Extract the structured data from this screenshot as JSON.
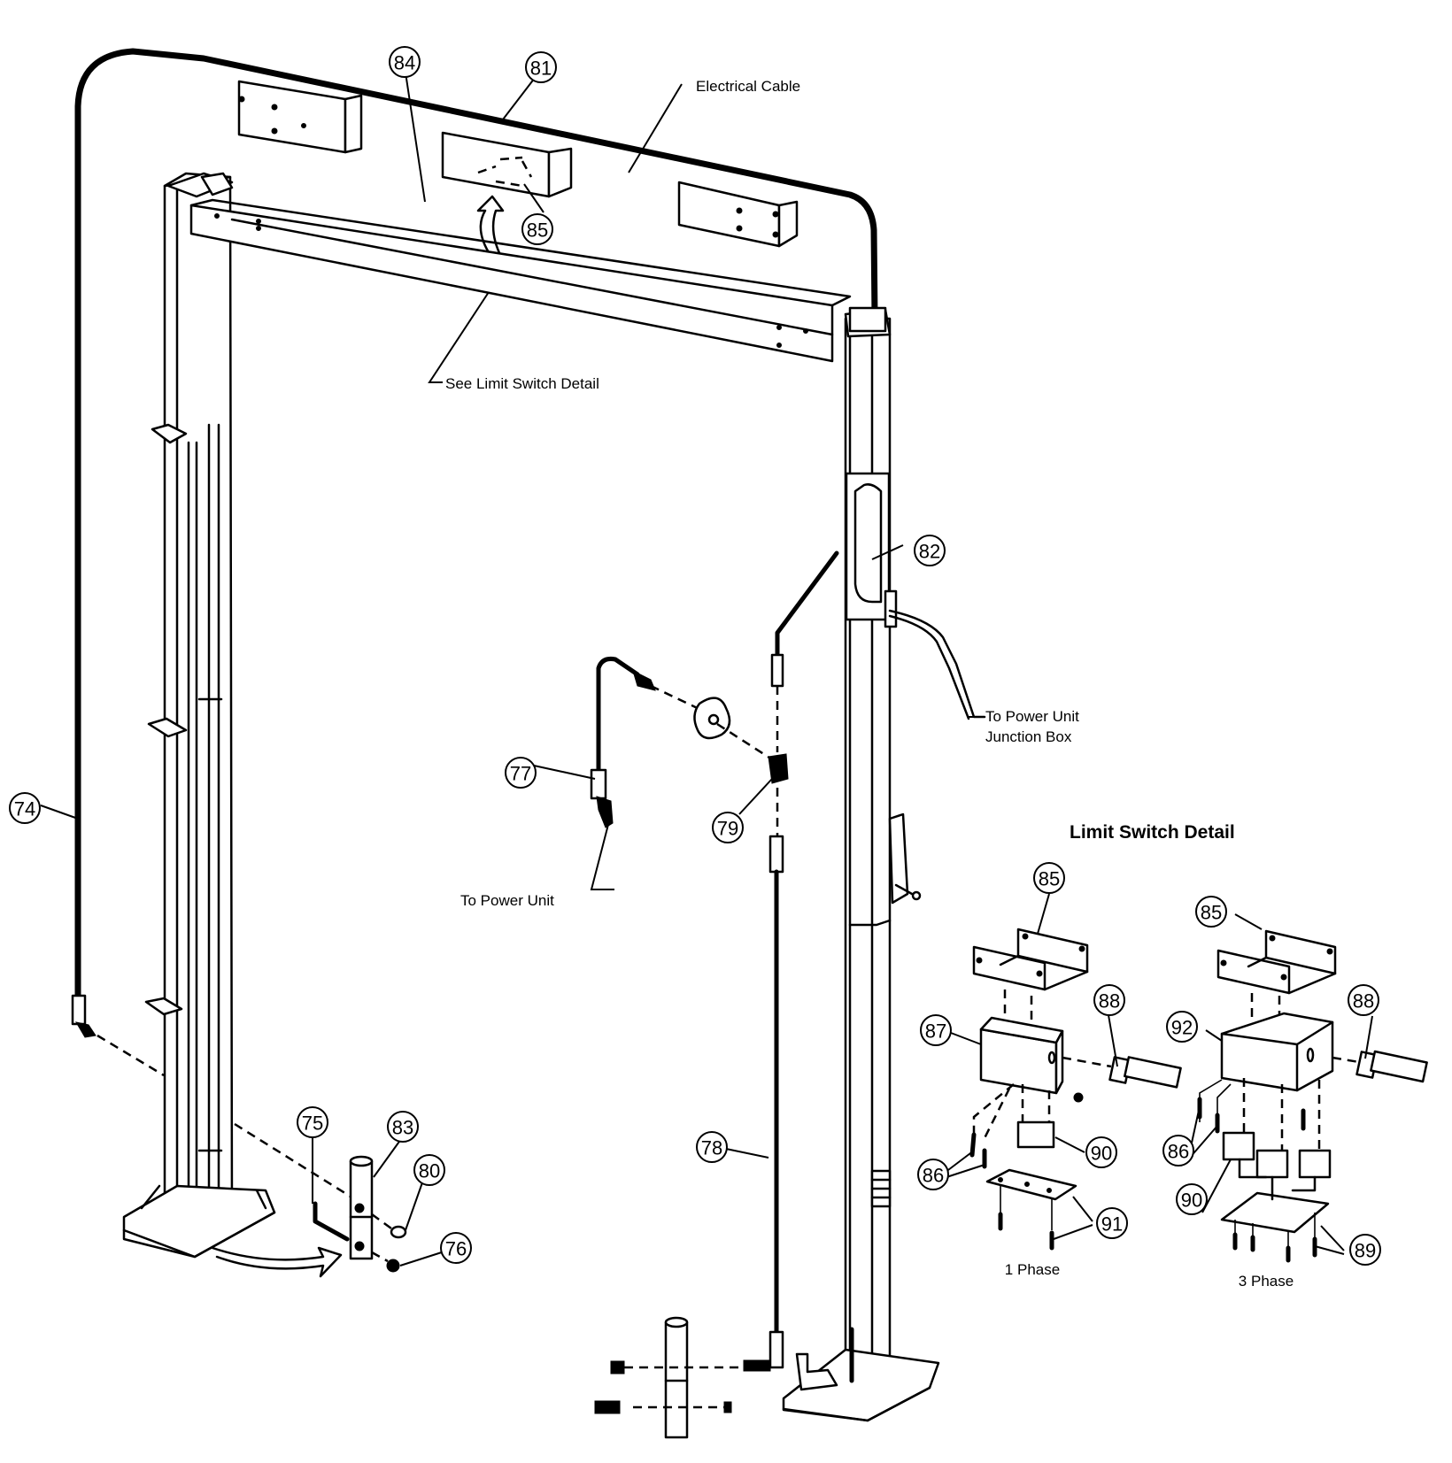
{
  "diagram": {
    "type": "exploded parts diagram",
    "subject": "Two-post lift overhead electrical / limit switch assembly"
  },
  "labels": {
    "electrical_cable": "Electrical Cable",
    "see_limit_switch_detail": "See Limit Switch Detail",
    "to_power_unit_junction_box_line1": "To Power Unit",
    "to_power_unit_junction_box_line2": "Junction Box",
    "to_power_unit": "To Power Unit"
  },
  "detail": {
    "title": "Limit Switch Detail",
    "variant_1": "1 Phase",
    "variant_3": "3 Phase"
  },
  "callouts": [
    {
      "id": "c84",
      "number": "84"
    },
    {
      "id": "c81",
      "number": "81"
    },
    {
      "id": "c85a",
      "number": "85"
    },
    {
      "id": "c82",
      "number": "82"
    },
    {
      "id": "c77",
      "number": "77"
    },
    {
      "id": "c79",
      "number": "79"
    },
    {
      "id": "c74",
      "number": "74"
    },
    {
      "id": "c75",
      "number": "75"
    },
    {
      "id": "c83",
      "number": "83"
    },
    {
      "id": "c80",
      "number": "80"
    },
    {
      "id": "c76",
      "number": "76"
    },
    {
      "id": "c78",
      "number": "78"
    },
    {
      "id": "c85b",
      "number": "85"
    },
    {
      "id": "c88a",
      "number": "88"
    },
    {
      "id": "c87",
      "number": "87"
    },
    {
      "id": "c90a",
      "number": "90"
    },
    {
      "id": "c86a",
      "number": "86"
    },
    {
      "id": "c91",
      "number": "91"
    },
    {
      "id": "c85c",
      "number": "85"
    },
    {
      "id": "c88b",
      "number": "88"
    },
    {
      "id": "c92",
      "number": "92"
    },
    {
      "id": "c86b",
      "number": "86"
    },
    {
      "id": "c90b",
      "number": "90"
    },
    {
      "id": "c89",
      "number": "89"
    }
  ]
}
